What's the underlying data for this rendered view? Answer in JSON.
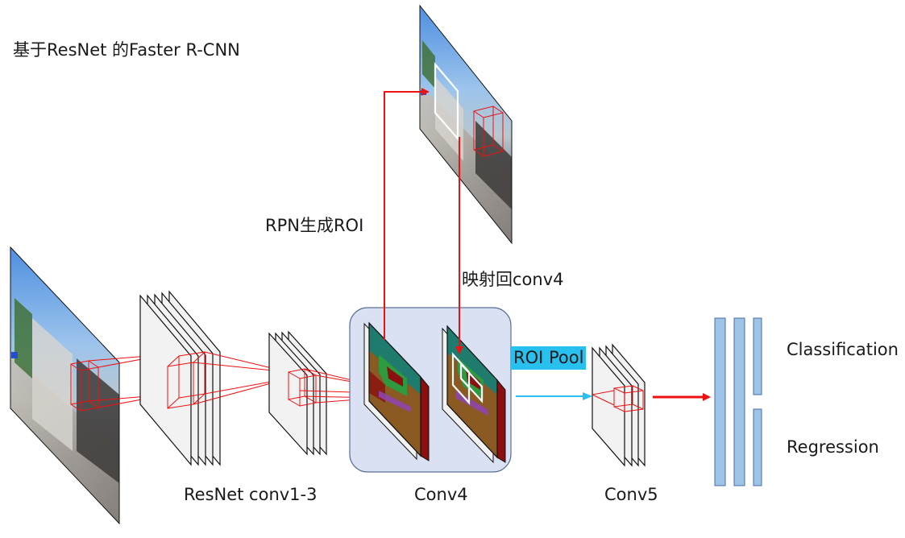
{
  "title": "基于ResNet 的Faster R-CNN",
  "labels": {
    "rpn": "RPN生成ROI",
    "map_back": "映射回conv4",
    "roi_pool": "ROI Pool",
    "resnet": "ResNet conv1-3",
    "conv4": "Conv4",
    "conv5": "Conv5",
    "classification": "Classification",
    "regression": "Regression"
  },
  "colors": {
    "arrow_red": "#ee1111",
    "arrow_cyan": "#27c0ef",
    "conv4_box_fill": "#d9e1f2",
    "conv4_box_stroke": "#5a6f9a",
    "fc_bar": "#9dc3e6",
    "fc_bar_stroke": "#4a6fa5",
    "feature_teal": "#1f7b6e",
    "feature_green": "#2e9a3f",
    "feature_brown": "#8a5a22",
    "feature_darkred": "#8b0f0f",
    "feature_purple": "#8e44ad"
  }
}
